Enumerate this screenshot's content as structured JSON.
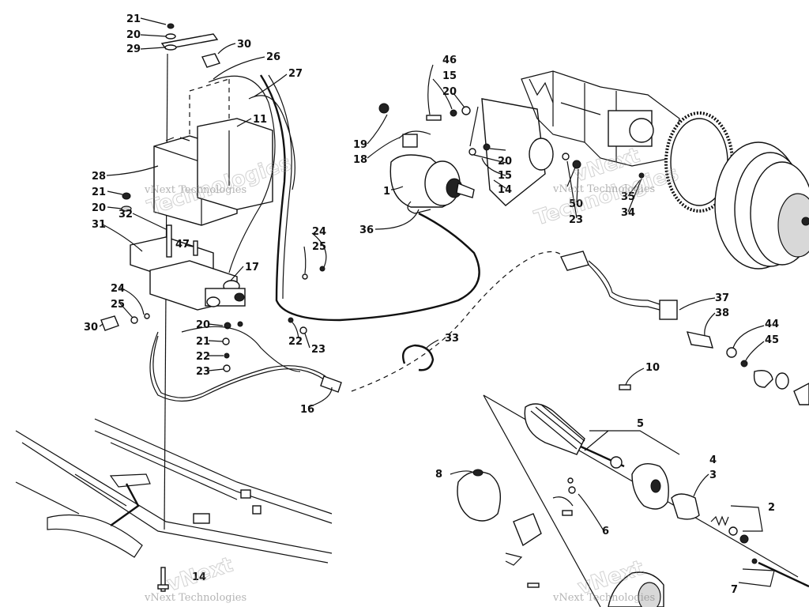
{
  "diagram": {
    "callouts": {
      "c1": "1",
      "c2": "2",
      "c3": "3",
      "c4": "4",
      "c5": "5",
      "c6": "6",
      "c7": "7",
      "c8": "8",
      "c10": "10",
      "c11": "11",
      "c14a": "14",
      "c14b": "14",
      "c15a": "15",
      "c15b": "15",
      "c16": "16",
      "c17": "17",
      "c18": "18",
      "c19": "19",
      "c20a": "20",
      "c20b": "20",
      "c20c": "20",
      "c20d": "20",
      "c20e": "20",
      "c21a": "21",
      "c21b": "21",
      "c21c": "21",
      "c22a": "22",
      "c22b": "22",
      "c23a": "23",
      "c23b": "23",
      "c23c": "23",
      "c24a": "24",
      "c24b": "24",
      "c25a": "25",
      "c25b": "25",
      "c26": "26",
      "c27": "27",
      "c28": "28",
      "c29": "29",
      "c30a": "30",
      "c30b": "30",
      "c31": "31",
      "c32": "32",
      "c33": "33",
      "c34": "34",
      "c35": "35",
      "c36": "36",
      "c37": "37",
      "c38": "38",
      "c44": "44",
      "c45": "45",
      "c46": "46",
      "c47": "47",
      "c50": "50"
    },
    "watermark": {
      "company": "vNext Technologies",
      "brand": "Technologies",
      "brand_short": "vNext"
    }
  }
}
